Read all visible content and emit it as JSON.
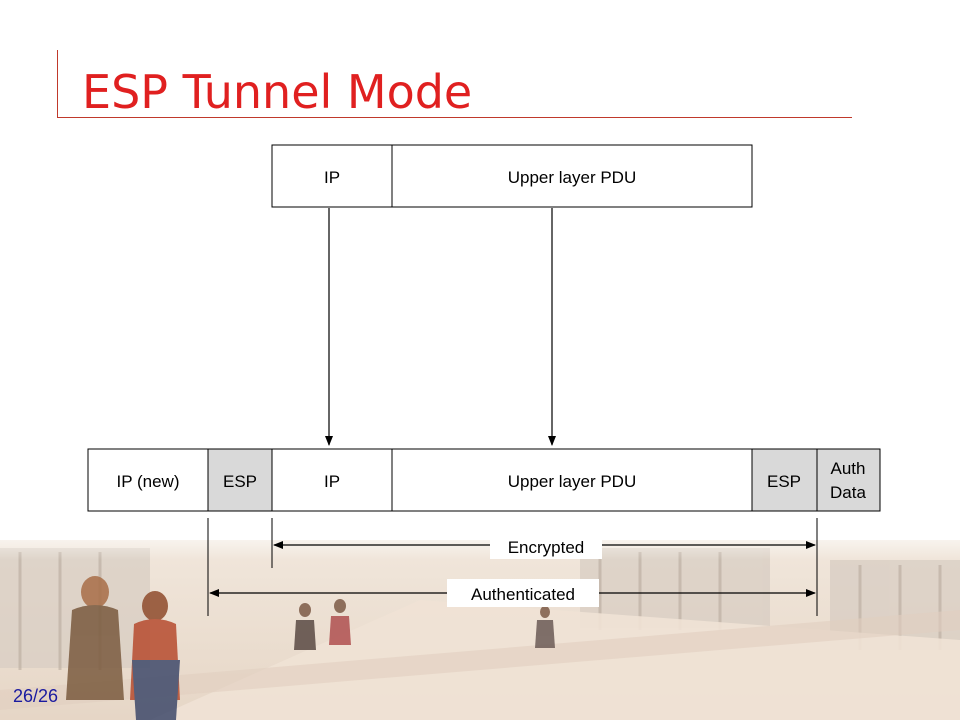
{
  "slide": {
    "title": "ESP Tunnel Mode",
    "page_number": "26/26",
    "accent_color": "#e02020"
  },
  "diagram": {
    "original_packet": {
      "cells": [
        {
          "label": "IP",
          "shaded": false
        },
        {
          "label": "Upper layer PDU",
          "shaded": false
        }
      ]
    },
    "tunnel_packet": {
      "cells": [
        {
          "label": "IP (new)",
          "shaded": false
        },
        {
          "label": "ESP",
          "shaded": true
        },
        {
          "label": "IP",
          "shaded": false
        },
        {
          "label": "Upper layer PDU",
          "shaded": false
        },
        {
          "label": "ESP",
          "shaded": true
        },
        {
          "label": "Auth",
          "label2": "Data",
          "shaded": true
        }
      ]
    },
    "ranges": {
      "encrypted": "Encrypted",
      "authenticated": "Authenticated"
    },
    "shaded_fill": "#d9d9d9"
  }
}
